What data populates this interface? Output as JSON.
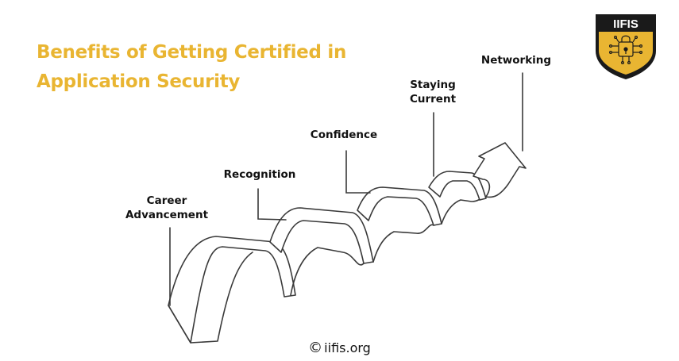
{
  "title": "Benefits of Getting Certified in Application Security",
  "steps": [
    {
      "label": "Career\nAdvancement"
    },
    {
      "label": "Recognition"
    },
    {
      "label": "Confidence"
    },
    {
      "label": "Staying\nCurrent"
    },
    {
      "label": "Networking"
    }
  ],
  "logo": {
    "text": "IIFIS",
    "colors": {
      "shield": "#1a1a1a",
      "band": "#e9b532",
      "text": "#ffffff"
    }
  },
  "footer": {
    "copyright_symbol": "©",
    "site": "iifis.org"
  },
  "colors": {
    "title": "#e9b532",
    "stroke": "#3a3a3a",
    "text": "#111111"
  }
}
